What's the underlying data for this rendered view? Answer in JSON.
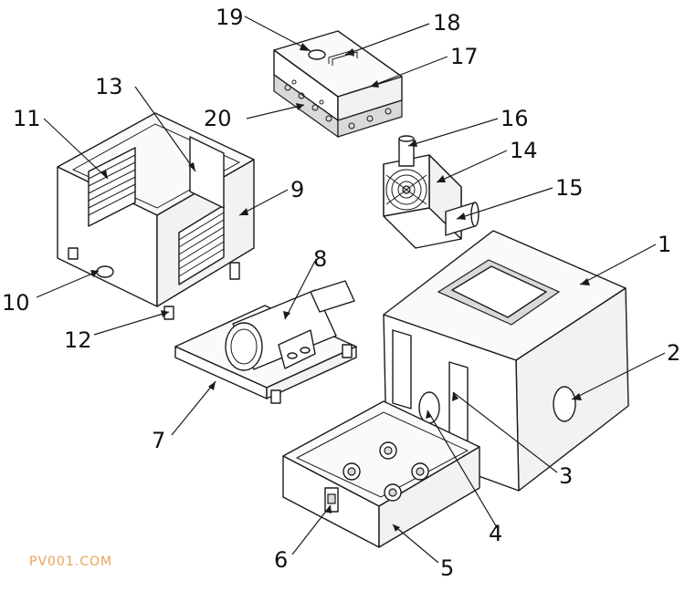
{
  "labels": {
    "l1": "1",
    "l2": "2",
    "l3": "3",
    "l4": "4",
    "l5": "5",
    "l6": "6",
    "l7": "7",
    "l8": "8",
    "l9": "9",
    "l10": "10",
    "l11": "11",
    "l12": "12",
    "l13": "13",
    "l14": "14",
    "l15": "15",
    "l16": "16",
    "l17": "17",
    "l18": "18",
    "l19": "19",
    "l20": "20"
  },
  "watermark": "PV001.COM",
  "colors": {
    "line": "#1a1a1a",
    "watermark": "#e8a25a"
  }
}
